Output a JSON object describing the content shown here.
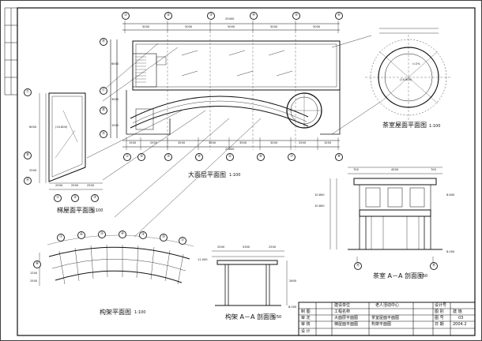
{
  "drawings": {
    "main_roof_plan": {
      "title": "大面层平面图",
      "scale": "1:100"
    },
    "teahouse_roof_plan": {
      "title": "茶室屋面平面图",
      "scale": "1:100"
    },
    "teahouse_section": {
      "title": "茶室 A－A 剖面图",
      "scale": "1:50"
    },
    "stair_roof_plan": {
      "title": "梯屋面平面图",
      "scale": "1:100"
    },
    "pergola_plan": {
      "title": "构架平面图",
      "scale": "1:100"
    },
    "pergola_section": {
      "title": "构架 A－A 剖面图",
      "scale": "1:50"
    }
  },
  "main_plan_dims": {
    "top_total": "25000",
    "top_segments": [
      "5000",
      "5000",
      "5000",
      "5000",
      "5000"
    ],
    "bottom_total": "22000",
    "bottom_segments": [
      "1500",
      "2500",
      "3500",
      "3500",
      "3500",
      "3500",
      "2500",
      "1500"
    ],
    "grid_top": [
      "①",
      "②",
      "③",
      "④",
      "⑤",
      "⑥"
    ],
    "grid_bottom": [
      "①",
      "②",
      "③",
      "④",
      "⑤",
      "⑥",
      "⑦",
      "⑧"
    ],
    "grid_left": [
      "Ⓓ",
      "Ⓒ",
      "Ⓑ",
      "Ⓐ"
    ],
    "left_dims": [
      "6000",
      "3500",
      "1500"
    ]
  },
  "teahouse_plan_dims": {
    "elev": "(10.800)",
    "slope": "i=2%"
  },
  "stair_plan_dims": {
    "elev": "(10.800)",
    "bottom": [
      "2500",
      "2500",
      "2500"
    ],
    "left": [
      "6000",
      "2500"
    ],
    "grid": [
      "Ⓐ",
      "Ⓑ",
      "Ⓒ",
      "①",
      "②",
      "③"
    ]
  },
  "section_dims": {
    "top": [
      "700",
      "4500",
      "700"
    ],
    "elevs": [
      "10.800",
      "10.800",
      "8.600",
      "8.000"
    ],
    "grid": [
      "Ⓐ",
      "Ⓑ"
    ]
  },
  "pergola_dims": {
    "grid": [
      "⑦",
      "⑥",
      "⑤",
      "④",
      "③",
      "②",
      "①",
      "⑧"
    ],
    "left": [
      "1200",
      "2500"
    ]
  },
  "pergola_section_dims": {
    "top": [
      "2500",
      "5300",
      "2500"
    ],
    "elevs": [
      "11.000",
      "8.000"
    ],
    "height": "2600"
  },
  "title_block": {
    "project_label": "建设单位",
    "project_name": "老人活动中心",
    "name_label": "工程名称",
    "rows": [
      {
        "label": "审 定",
        "c1": "大面层平面图",
        "c2": "茶室屋面平面图"
      },
      {
        "label": "审 核",
        "c1": "梯屋面平面图",
        "c2": "构架平面图"
      },
      {
        "label": "设 计",
        "c1": "",
        "c2": ""
      },
      {
        "label": "制 图",
        "c1": "",
        "c2": ""
      }
    ],
    "meta": [
      {
        "k": "设计号",
        "v": ""
      },
      {
        "k": "图 别",
        "v": "建 施"
      },
      {
        "k": "图 号",
        "v": "03"
      },
      {
        "k": "日 期",
        "v": "2004.2"
      }
    ]
  }
}
